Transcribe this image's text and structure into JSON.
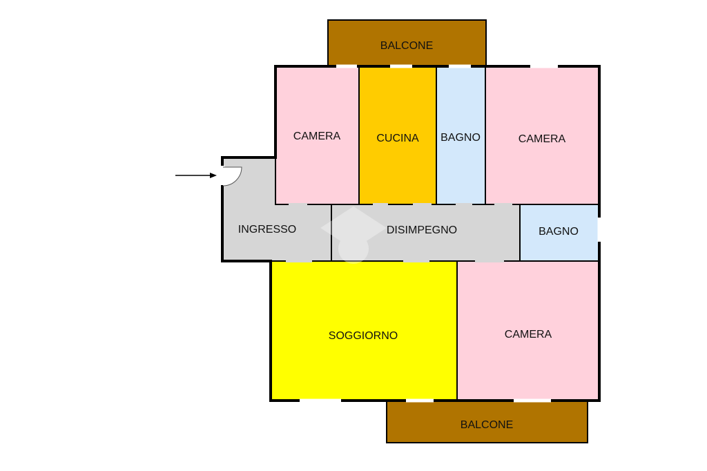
{
  "plan": {
    "rooms": {
      "balcone_top": "BALCONE",
      "camera_top_left": "CAMERA",
      "cucina": "CUCINA",
      "bagno_top": "BAGNO",
      "camera_top_right": "CAMERA",
      "ingresso": "INGRESSO",
      "disimpegno": "DISIMPEGNO",
      "bagno_right": "BAGNO",
      "soggiorno": "SOGGIORNO",
      "camera_bottom": "CAMERA",
      "balcone_bottom": "BALCONE"
    }
  },
  "colors": {
    "balcone": "#b07400",
    "camera": "#ffd1dc",
    "cucina": "#ffcc00",
    "bagno": "#d3e8fb",
    "corridor": "#d6d6d6",
    "soggiorno": "#ffff00",
    "wall": "#000000"
  },
  "icons": {
    "entrance": "entrance-arrow-icon",
    "watermark": "logo-watermark-icon"
  }
}
